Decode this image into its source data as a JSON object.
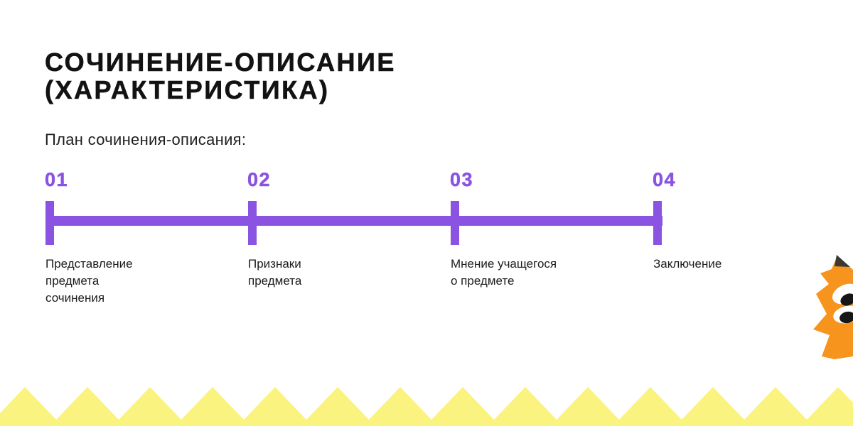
{
  "header": {
    "title": "СОЧИНЕНИЕ-ОПИСАНИЕ\n(ХАРАКТЕРИСТИКА)",
    "subtitle": "План сочинения-описания:"
  },
  "timeline": {
    "steps": [
      {
        "number": "01",
        "label": "Представление\nпредмета\nсочинения"
      },
      {
        "number": "02",
        "label": "Признаки\nпредмета"
      },
      {
        "number": "03",
        "label": "Мнение учащегося\nо предмете"
      },
      {
        "number": "04",
        "label": "Заключение"
      }
    ]
  },
  "theme": {
    "accent_color": "#8A53E2",
    "zigzag_color": "#FBF37F",
    "fox_orange": "#F7941D",
    "fox_ear_tip": "#3B3834",
    "eye_white": "#FFFFFF",
    "pupil_black": "#161616"
  },
  "decor": {
    "mascot_icon": "fox-mascot-icon",
    "border_icon": "zigzag-border"
  }
}
